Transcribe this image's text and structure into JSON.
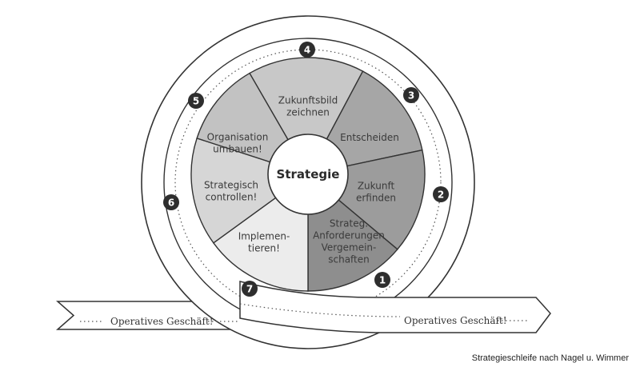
{
  "diagram": {
    "center": "Strategie",
    "segments": [
      {
        "lines": [
          "Zukunftsbild",
          "zeichnen"
        ],
        "shade": "#c8c8c8"
      },
      {
        "lines": [
          "Entscheiden"
        ],
        "shade": "#a6a6a6"
      },
      {
        "lines": [
          "Zukunft",
          "erfinden"
        ],
        "shade": "#9c9c9c"
      },
      {
        "lines": [
          "Strateg.",
          "Anforderungen",
          "Vergemein-",
          "schaften"
        ],
        "shade": "#8e8e8e"
      },
      {
        "lines": [
          "Implemen-",
          "tieren!"
        ],
        "shade": "#ececec"
      },
      {
        "lines": [
          "Strategisch",
          "controllen!"
        ],
        "shade": "#d6d6d6"
      },
      {
        "lines": [
          "Organisation",
          "umbauen!"
        ],
        "shade": "#c2c2c2"
      }
    ],
    "loop_numbers": [
      "1",
      "2",
      "3",
      "4",
      "5",
      "6",
      "7"
    ],
    "band_left": "Operatives Geschäft!",
    "band_right": "Operatives Geschäft!"
  },
  "caption": "Strategieschleife nach Nagel u.  Wimmer"
}
